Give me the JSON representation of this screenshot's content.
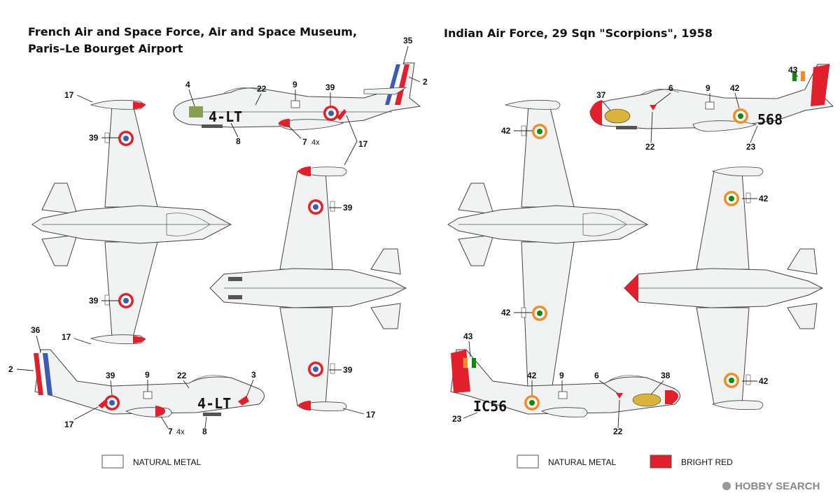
{
  "left_title": {
    "line1": "French Air and Space Force, Air and Space Museum,",
    "line2": "Paris–Le Bourget Airport"
  },
  "right_title": "Indian Air Force, 29 Sqn \"Scorpions\", 1958",
  "left_codes": {
    "side_top": "4-LT",
    "side_bottom": "4-LT"
  },
  "right_codes": {
    "side_top": "568",
    "side_bottom": "IC56"
  },
  "callouts": {
    "c35": "35",
    "c2": "2",
    "c4": "4",
    "c22": "22",
    "c9": "9",
    "c39": "39",
    "c17": "17",
    "c8": "8",
    "c7": "7",
    "c4x": "4x",
    "c36": "36",
    "c3": "3",
    "c43": "43",
    "c37": "37",
    "c6": "6",
    "c42": "42",
    "c23": "23",
    "c38": "38"
  },
  "legend_left": [
    {
      "label": "NATURAL METAL",
      "color": "#ffffff"
    }
  ],
  "legend_right": [
    {
      "label": "NATURAL METAL",
      "color": "#ffffff"
    },
    {
      "label": "BRIGHT RED",
      "color": "#e1202b"
    }
  ],
  "watermark": "HOBBY SEARCH",
  "colors": {
    "french_blue": "#3b5bb5",
    "french_red": "#e1202b",
    "india_saffron": "#f28c28",
    "india_green": "#138808",
    "metal": "#f1f2f2"
  }
}
